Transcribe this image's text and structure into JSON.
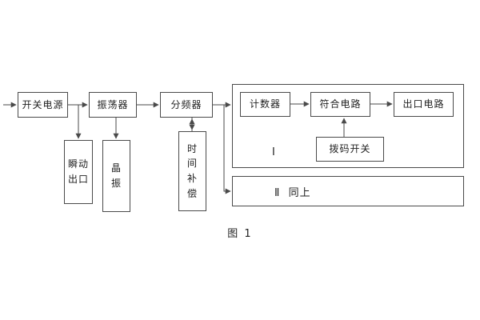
{
  "figure": {
    "caption": "图 1",
    "blocks": {
      "power": "开关电源",
      "oscillator": "振荡器",
      "divider": "分频器",
      "counter": "计数器",
      "coincidence": "符合电路",
      "output": "出口电路",
      "dip_switch": "拨码开关",
      "instant_output": "瞬动\n出口",
      "crystal": "晶\n振",
      "time_comp": "时\n间\n补\n偿"
    },
    "groups": {
      "group1_label": "Ⅰ",
      "group2_label": "Ⅱ  同上"
    }
  }
}
